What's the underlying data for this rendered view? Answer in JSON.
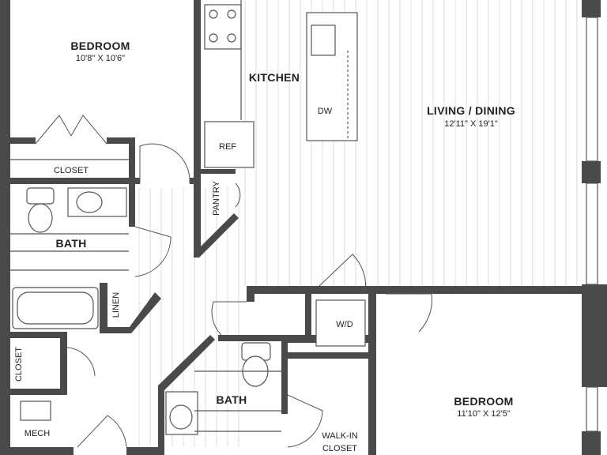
{
  "rooms": {
    "bedroom1": {
      "name": "BEDROOM",
      "dims": "10'8\" X 10'6\""
    },
    "kitchen": {
      "name": "KITCHEN"
    },
    "living": {
      "name": "LIVING / DINING",
      "dims": "12'11\" X 19'1\""
    },
    "closet1": {
      "name": "CLOSET"
    },
    "bath1": {
      "name": "BATH"
    },
    "linen": {
      "name": "LINEN"
    },
    "pantry": {
      "name": "PANTRY"
    },
    "closet2": {
      "name": "CLOSET"
    },
    "mech": {
      "name": "MECH"
    },
    "bath2": {
      "name": "BATH"
    },
    "wd": {
      "name": "W/D"
    },
    "bedroom2": {
      "name": "BEDROOM",
      "dims": "11'10\" X 12'5\""
    },
    "walkin": {
      "name": "WALK-IN",
      "name2": "CLOSET"
    }
  },
  "appliances": {
    "dw": "DW",
    "ref": "REF"
  }
}
